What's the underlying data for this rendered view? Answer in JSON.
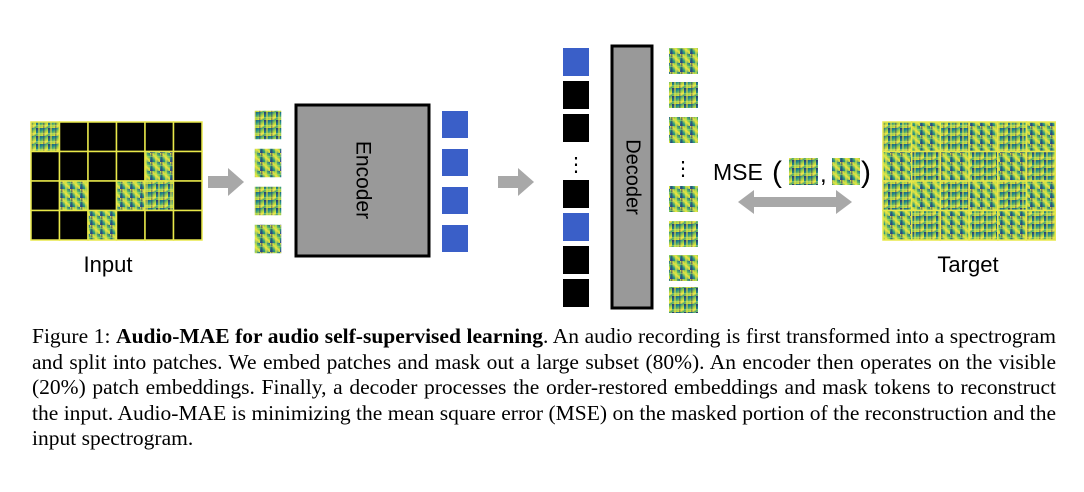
{
  "diagram": {
    "input_label": "Input",
    "target_label": "Target",
    "encoder_label": "Encoder",
    "decoder_label": "Decoder",
    "mse_label": "MSE",
    "mse_open_paren": "(",
    "mse_comma": ",",
    "mse_close_paren": ")",
    "ellipsis": "⋮",
    "colors": {
      "patch_border": "#e8e84a",
      "mask_token": "#000000",
      "embedding": "#3a5fc8",
      "block_fill": "#999999",
      "arrow": "#a8a8a8",
      "spec_dark": "#2e2a6e",
      "spec_mid": "#1f8f8a",
      "spec_light": "#f2e53a"
    },
    "input_grid": {
      "rows": 4,
      "cols": 6,
      "visible_cells": [
        [
          0,
          0
        ],
        [
          1,
          4
        ],
        [
          2,
          1
        ],
        [
          2,
          3
        ],
        [
          2,
          4
        ],
        [
          3,
          2
        ]
      ]
    },
    "encoder_inputs": 4,
    "encoder_outputs": 4,
    "decoder_input_tokens": [
      "emb",
      "mask",
      "mask",
      "ellipsis",
      "mask",
      "emb",
      "mask",
      "mask"
    ],
    "decoder_output_tokens": 8
  },
  "caption": {
    "prefix": "Figure 1: ",
    "title": "Audio-MAE for audio self-supervised learning",
    "body": ". An audio recording is first transformed into a spectrogram and split into patches. We embed patches and mask out a large subset (80%). An encoder then operates on the visible (20%) patch embeddings. Finally, a decoder processes the order-restored embeddings and mask tokens to reconstruct the input. Audio-MAE is minimizing the mean square error (MSE) on the masked portion of the reconstruction and the input spectrogram."
  }
}
